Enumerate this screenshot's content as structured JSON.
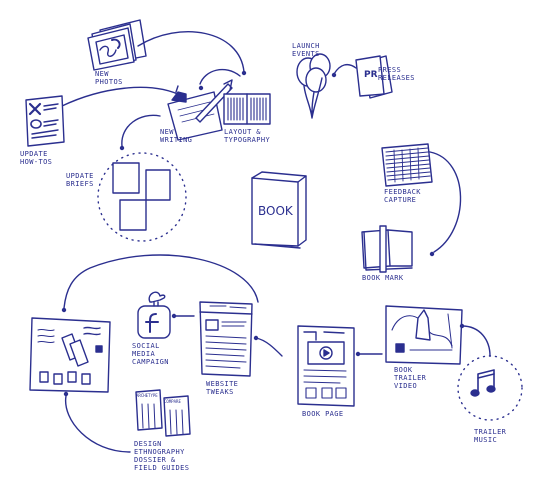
{
  "colors": {
    "ink": "#2b2f8f",
    "paper": "#ffffff"
  },
  "labels": {
    "new_photos": "NEW\nPHOTOS",
    "new_writing": "NEW\nWRITING",
    "layout_typography": "LAYOUT &\nTYPOGRAPHY",
    "launch_events": "LAUNCH\nEVENTS",
    "press_releases": "PRESS\nRELEASES",
    "update_howtos": "UPDATE\nHOW-TOS",
    "update_briefs": "UPDATE\nBRIEFS",
    "feedback_capture": "FEEDBACK\nCAPTURE",
    "book_mark": "BOOK MARK",
    "social_media_campaign": "SOCIAL\nMEDIA\nCAMPAIGN",
    "website_tweaks": "WEBSITE\nTWEAKS",
    "book_page": "BOOK PAGE",
    "book_trailer_video": "BOOK\nTRAILER\nVIDEO",
    "trailer_music": "TRAILER\nMUSIC",
    "design_docs": "DESIGN\nETHNOGRAPHY\nDOSSIER &\nFIELD GUIDES"
  },
  "book": {
    "title": "BOOK"
  },
  "press": {
    "pr": "PR"
  },
  "guides": {
    "left": "ARCHETYPE",
    "right": "COMPARE"
  }
}
